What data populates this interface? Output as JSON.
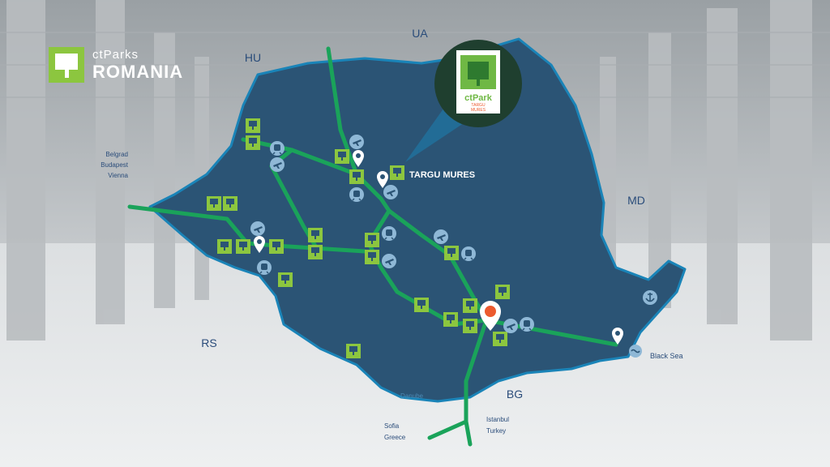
{
  "brand": {
    "line1": "ctParks",
    "line2": "ROMANIA",
    "accent_color": "#8cc63f"
  },
  "colors": {
    "country_fill": "#2b5475",
    "country_border": "#1a84b8",
    "route": "#1aa35a",
    "park_square": "#8cc63f",
    "icon_circle": "#8fb8d6",
    "location_pin": "#ec5a2f",
    "label_dark": "#2a4c7a"
  },
  "countries": {
    "ua": "UA",
    "hu": "HU",
    "md": "MD",
    "rs": "RS",
    "bg": "BG"
  },
  "places": {
    "targu_mures": "TARGU MURES",
    "black_sea": "Black Sea",
    "danube": "Danube"
  },
  "routes": {
    "west": [
      "Belgrad",
      "Budapest",
      "Vienna"
    ],
    "south": [
      "Sofia",
      "Greece"
    ],
    "south_east": [
      "Istanbul",
      "Turkey"
    ]
  },
  "callout": {
    "name": "ctPark",
    "sub1": "TARGU",
    "sub2": "MURES"
  }
}
